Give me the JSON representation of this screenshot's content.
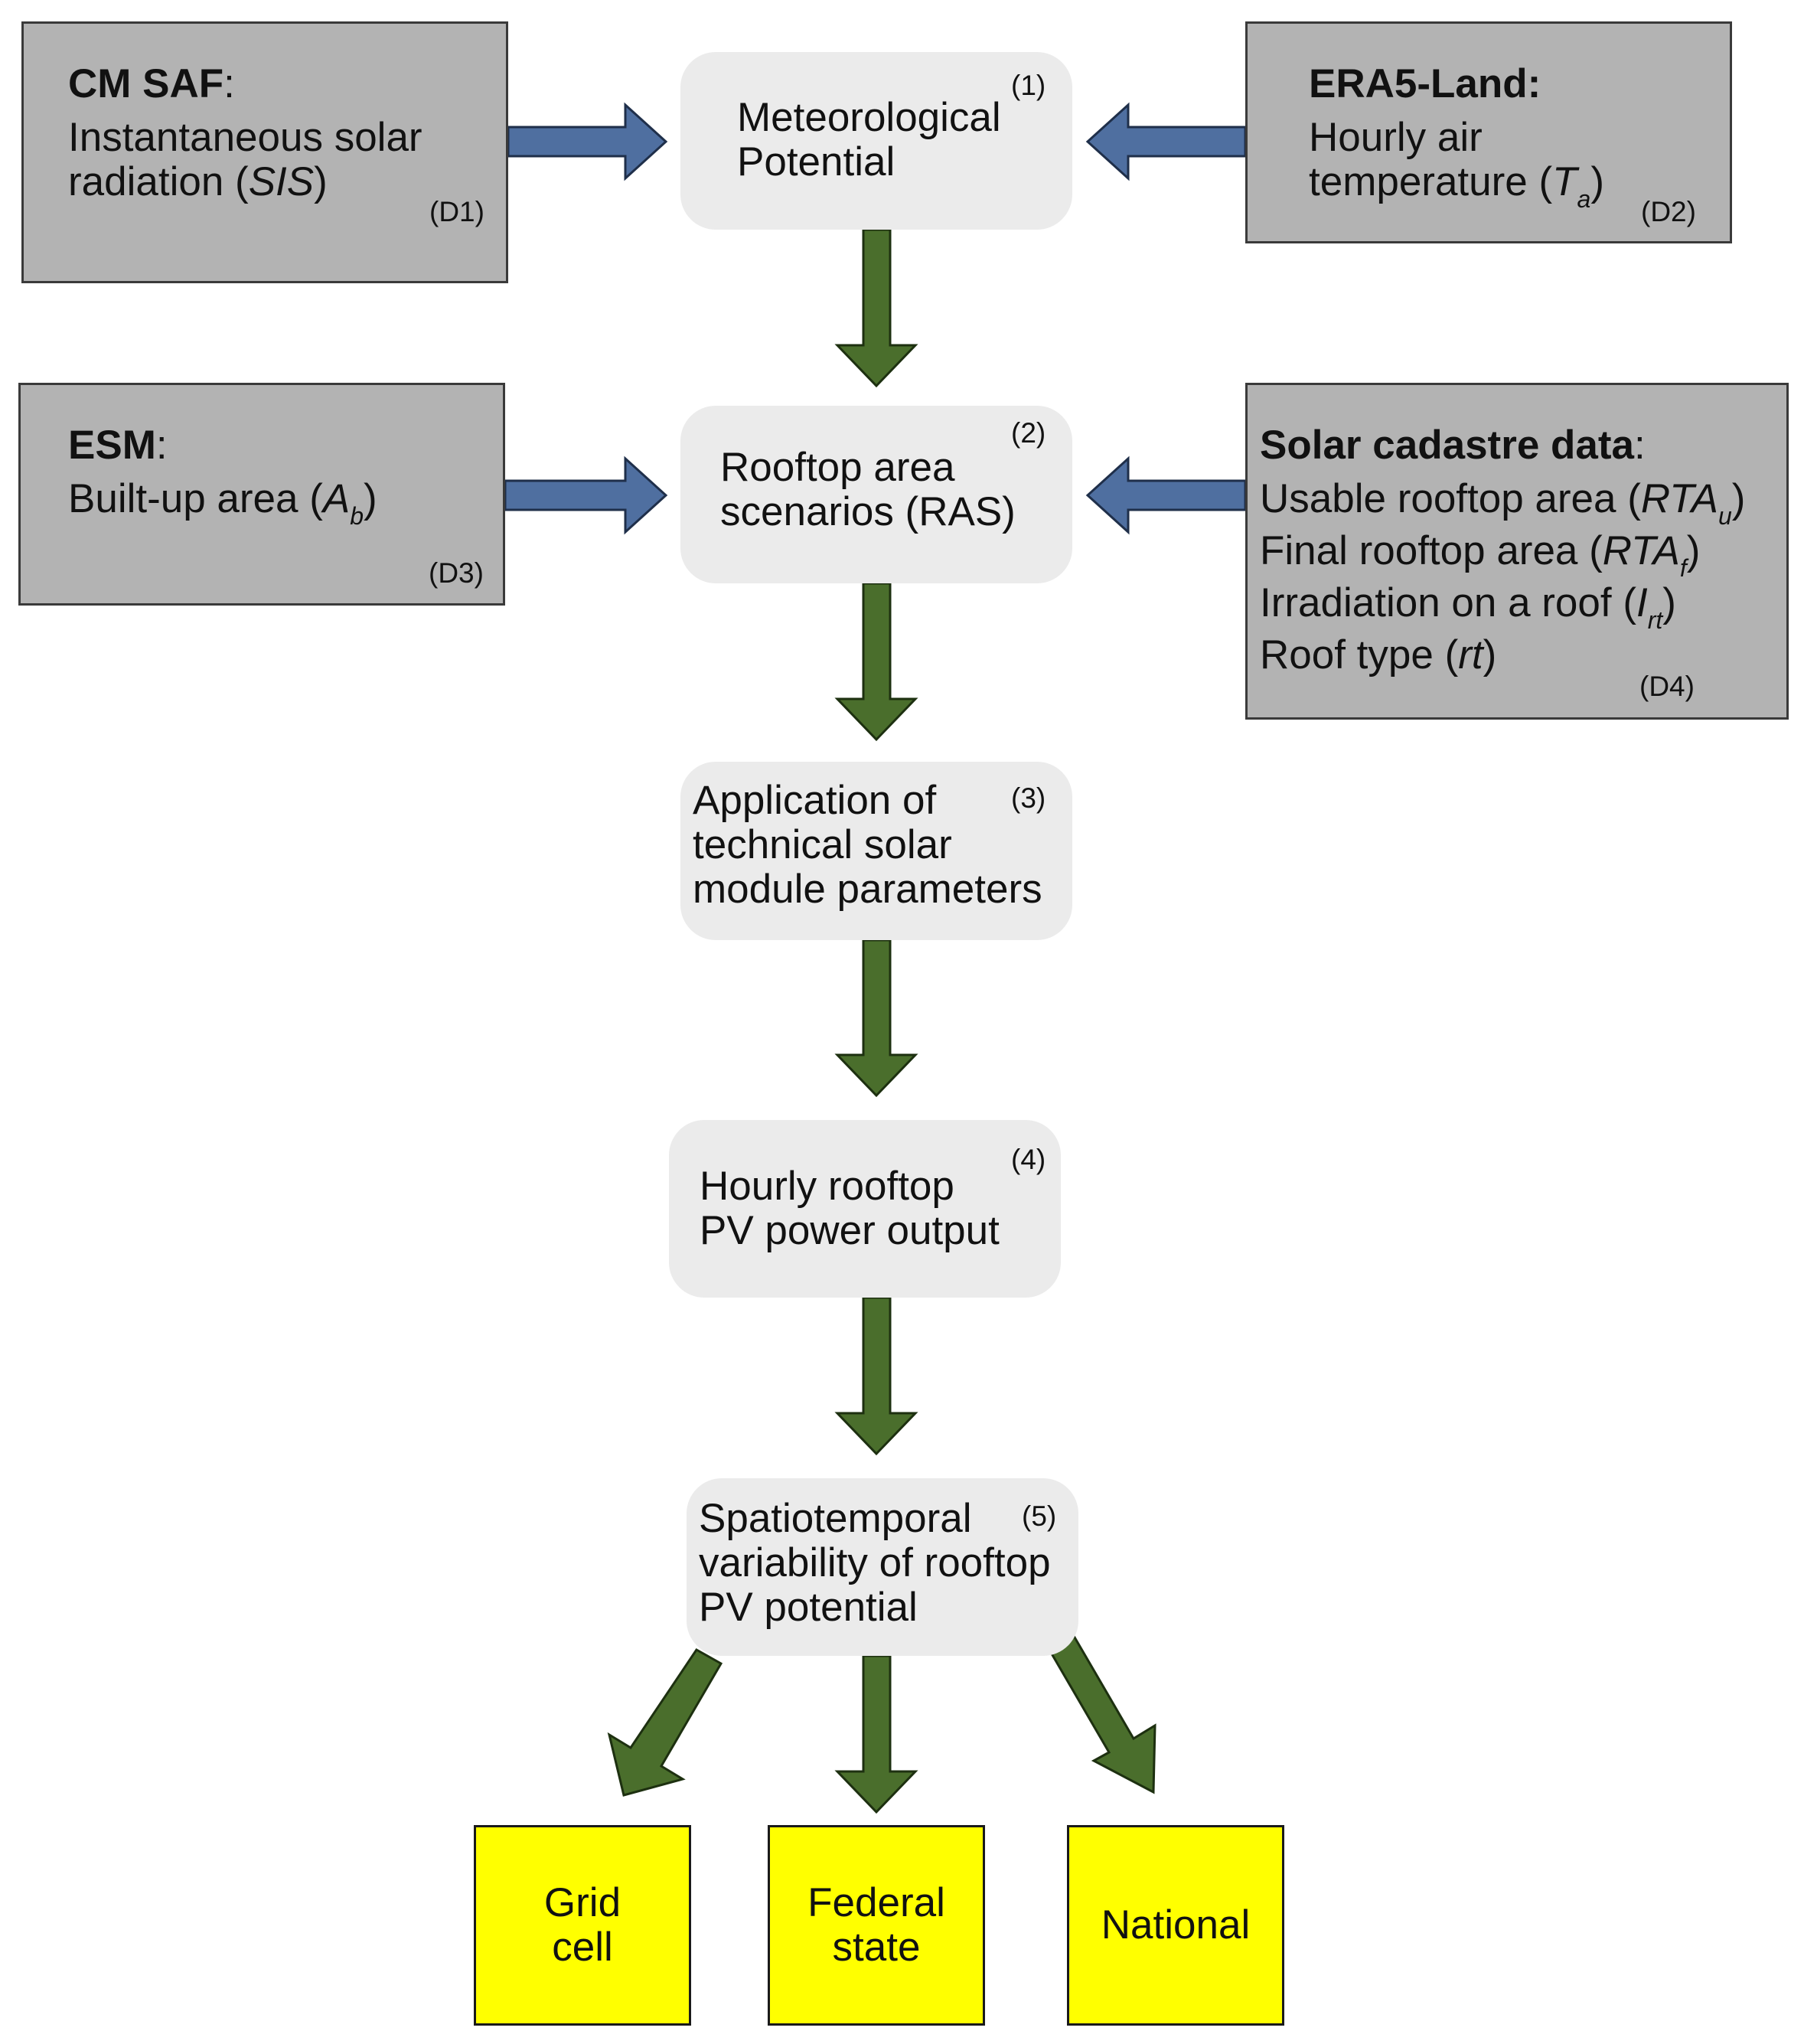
{
  "diagram": {
    "data_sources": {
      "d1": {
        "title": "CM SAF",
        "line1": "Instantaneous solar",
        "line2_pre": "radiation (",
        "symbol": "SIS",
        "line2_post": ")",
        "id": "(D1)"
      },
      "d2": {
        "title": "ERA5-Land:",
        "line1": "Hourly air",
        "line2_pre": "temperature (",
        "symbol": "T",
        "subscript": "a",
        "line2_post": ")",
        "id": "(D2)"
      },
      "d3": {
        "title": "ESM",
        "line1_pre": "Built-up area (",
        "symbol": "A",
        "subscript": "b",
        "line1_post": ")",
        "id": "(D3)"
      },
      "d4": {
        "title": "Solar cadastre data",
        "items": [
          {
            "pre": "Usable rooftop area (",
            "symbol": "RTA",
            "subscript": "u",
            "post": ")"
          },
          {
            "pre": "Final rooftop area (",
            "symbol": "RTA",
            "subscript": "f",
            "post": ")"
          },
          {
            "pre": "Irradiation on a roof (",
            "symbol": "I",
            "subscript": "rt",
            "post": ")"
          },
          {
            "pre": "Roof type (",
            "symbol": "rt",
            "subscript": "",
            "post": ")"
          }
        ],
        "id": "(D4)"
      }
    },
    "steps": [
      {
        "number": "(1)",
        "lines": [
          "Meteorological",
          "Potential"
        ]
      },
      {
        "number": "(2)",
        "lines": [
          "Rooftop area",
          "scenarios (RAS)"
        ]
      },
      {
        "number": "(3)",
        "lines": [
          "Application of",
          "technical solar",
          "module parameters"
        ]
      },
      {
        "number": "(4)",
        "lines": [
          "Hourly rooftop",
          "PV power output"
        ]
      },
      {
        "number": "(5)",
        "lines": [
          "Spatiotemporal",
          "variability of rooftop",
          "PV potential"
        ]
      }
    ],
    "outputs": [
      {
        "lines": [
          "Grid",
          "cell"
        ]
      },
      {
        "lines": [
          "Federal",
          "state"
        ]
      },
      {
        "lines": [
          "National"
        ]
      }
    ],
    "colors": {
      "data_box": "#b3b3b3",
      "process_box": "#ebebeb",
      "output_box": "#ffff00",
      "blue_arrow": "#4f6fa0",
      "green_arrow": "#4a6e2c"
    }
  }
}
